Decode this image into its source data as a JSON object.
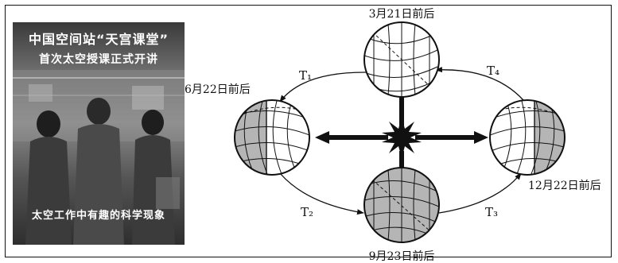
{
  "poster": {
    "title_line1": "中国空间站“天宫课堂”",
    "title_line2": "首次太空授课正式开讲",
    "caption": "太空工作中有趣的科学现象"
  },
  "diagram": {
    "positions": {
      "top": "3月21日前后",
      "left": "6月22日前后",
      "bottom": "9月23日前后",
      "right": "12月22日前后"
    },
    "intervals": [
      "T₁",
      "T₂",
      "T₃",
      "T₄"
    ],
    "colors": {
      "line": "#111111",
      "shade": "#b5b5b5",
      "paper": "#ffffff"
    }
  }
}
